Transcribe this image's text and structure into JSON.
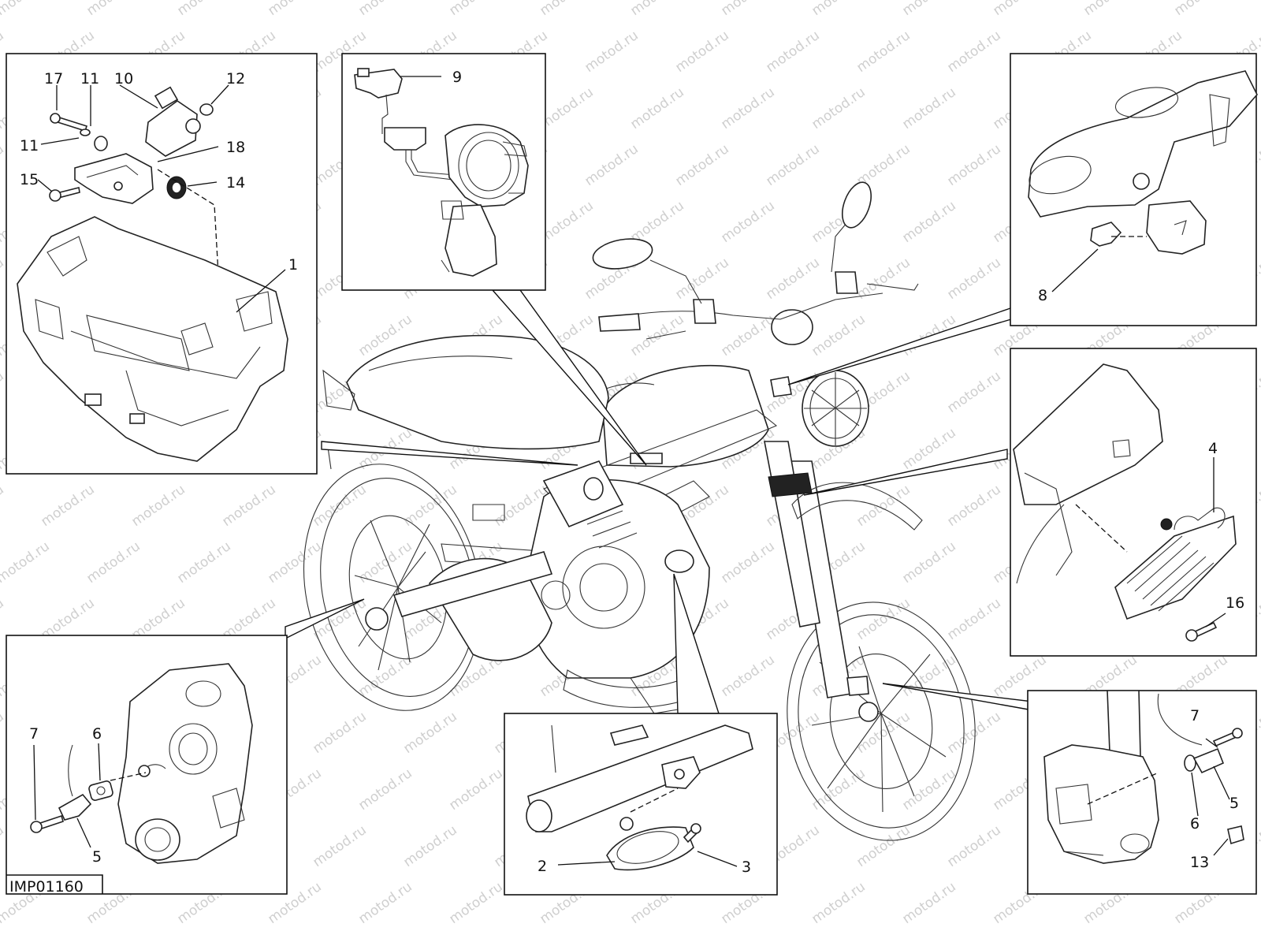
{
  "diagram": {
    "drawing_code": "IMP01160",
    "watermark_text": "motod.ru",
    "callouts": {
      "panel_top_left": [
        "17",
        "11",
        "10",
        "12",
        "11",
        "18",
        "15",
        "14",
        "1"
      ],
      "panel_top_center": [
        "9"
      ],
      "panel_top_right": [
        "8"
      ],
      "panel_right_middle": [
        "4",
        "16"
      ],
      "panel_bottom_left": [
        "7",
        "6",
        "5"
      ],
      "panel_bottom_center": [
        "2",
        "3"
      ],
      "panel_bottom_right": [
        "7",
        "5",
        "6",
        "13"
      ]
    }
  }
}
